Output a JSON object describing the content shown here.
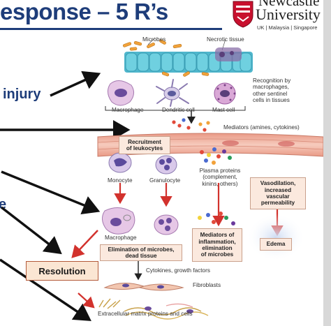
{
  "slide": {
    "title": "esponse – 5 R’s",
    "side_label_injury": "injury",
    "side_label_cut": "e",
    "resolution": "Resolution"
  },
  "logo": {
    "name_line1": "Newcastle",
    "name_line2": "University",
    "tagline": "UK | Malaysia | Singapore"
  },
  "diagram": {
    "labels": {
      "microbes": "Microbes",
      "necrotic_tissue": "Necrotic tissue",
      "recognition": [
        "Recognition by",
        "macrophages,",
        "other sentinel",
        "cells in tissues"
      ],
      "macrophage_top": "Macrophage",
      "dendritic_cell": "Dendritic cell",
      "mast_cell": "Mast cell",
      "mediators_top": "Mediators (amines, cytokines)",
      "recruitment": [
        "Recruitment",
        "of leukocytes"
      ],
      "monocyte": "Monocyte",
      "granulocyte": "Granulocyte",
      "plasma_proteins": [
        "Plasma proteins",
        "(complement,",
        "kinins, others)"
      ],
      "vasodilation": [
        "Vasodilation,",
        "increased",
        "vascular",
        "permeability"
      ],
      "macrophage_bottom": "Macrophage",
      "mediators_inflammation": [
        "Mediators of",
        "inflammation,",
        "elimination",
        "of microbes"
      ],
      "edema": "Edema",
      "elimination": [
        "Elimination of microbes,",
        "dead tissue"
      ],
      "cytokines_growth": "Cytokines, growth factors",
      "fibroblasts": "Fibroblasts",
      "ecm": "Extracellular matrix proteins and cells"
    }
  },
  "colors": {
    "title": "#1e3d7a",
    "arrow_black": "#111111",
    "arrow_red": "#d2322d",
    "box_fill": "#fbe9de",
    "vessel": "#f2b8a7",
    "epithelium": "#5fc3d6"
  }
}
